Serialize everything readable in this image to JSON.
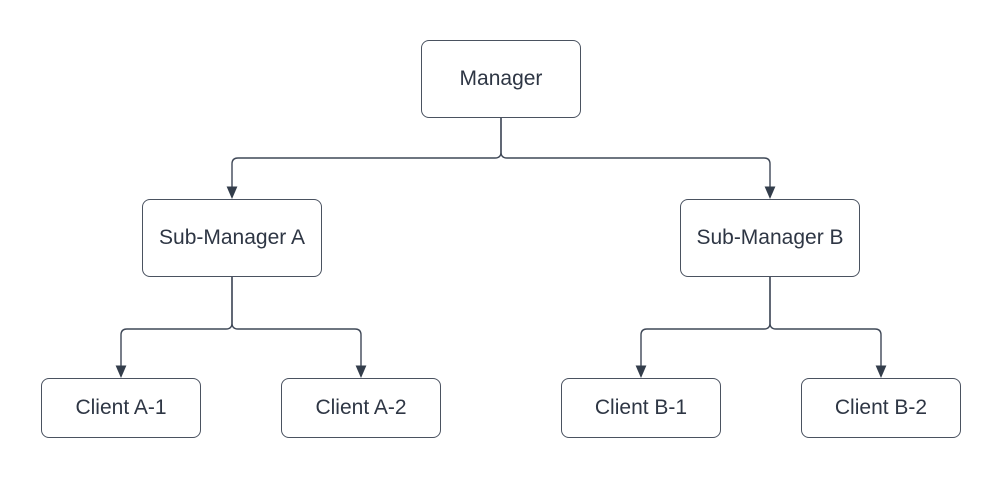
{
  "diagram": {
    "type": "org-chart",
    "nodes": {
      "manager": {
        "label": "Manager"
      },
      "sub_a": {
        "label": "Sub-Manager A"
      },
      "sub_b": {
        "label": "Sub-Manager B"
      },
      "client_a1": {
        "label": "Client A-1"
      },
      "client_a2": {
        "label": "Client A-2"
      },
      "client_b1": {
        "label": "Client B-1"
      },
      "client_b2": {
        "label": "Client B-2"
      }
    },
    "edges": [
      {
        "from": "Manager",
        "to": "Sub-Manager A",
        "arrow": "target"
      },
      {
        "from": "Manager",
        "to": "Sub-Manager B",
        "arrow": "target"
      },
      {
        "from": "Sub-Manager A",
        "to": "Client A-1",
        "arrow": "target"
      },
      {
        "from": "Sub-Manager A",
        "to": "Client A-2",
        "arrow": "target"
      },
      {
        "from": "Sub-Manager B",
        "to": "Client B-1",
        "arrow": "target"
      },
      {
        "from": "Sub-Manager B",
        "to": "Client B-2",
        "arrow": "target"
      }
    ],
    "colors": {
      "background": "#ffffff",
      "node_fill": "#ffffff",
      "node_border": "#4a5260",
      "connector": "#3f4857",
      "arrowhead": "#333d4b",
      "text": "#2e3644"
    }
  }
}
